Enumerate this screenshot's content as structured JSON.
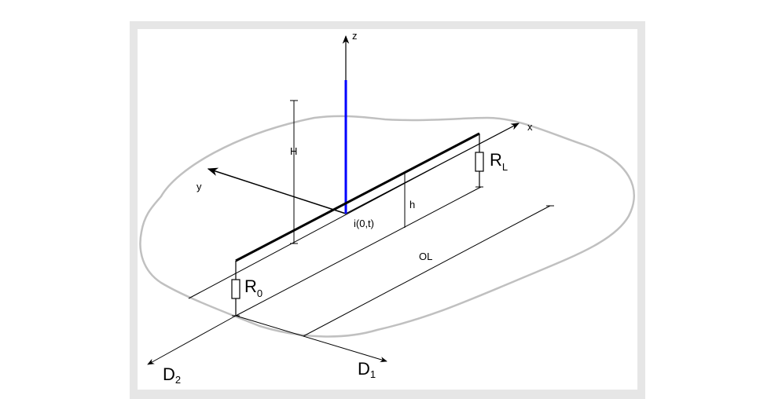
{
  "labels": {
    "z": "z",
    "x": "x",
    "y": "y",
    "H": "H",
    "h": "h",
    "i": "i(0,t)",
    "OL": "OL",
    "RL_main": "R",
    "RL_sub": "L",
    "R0_main": "R",
    "R0_sub": "0",
    "D2_main": "D",
    "D2_sub": "2",
    "D1_main": "D",
    "D1_sub": "1"
  },
  "colors": {
    "ground_outline": "#c0c0c0",
    "line": "#000000",
    "antenna": "#0000ff",
    "frame": "#e6e6e6"
  }
}
